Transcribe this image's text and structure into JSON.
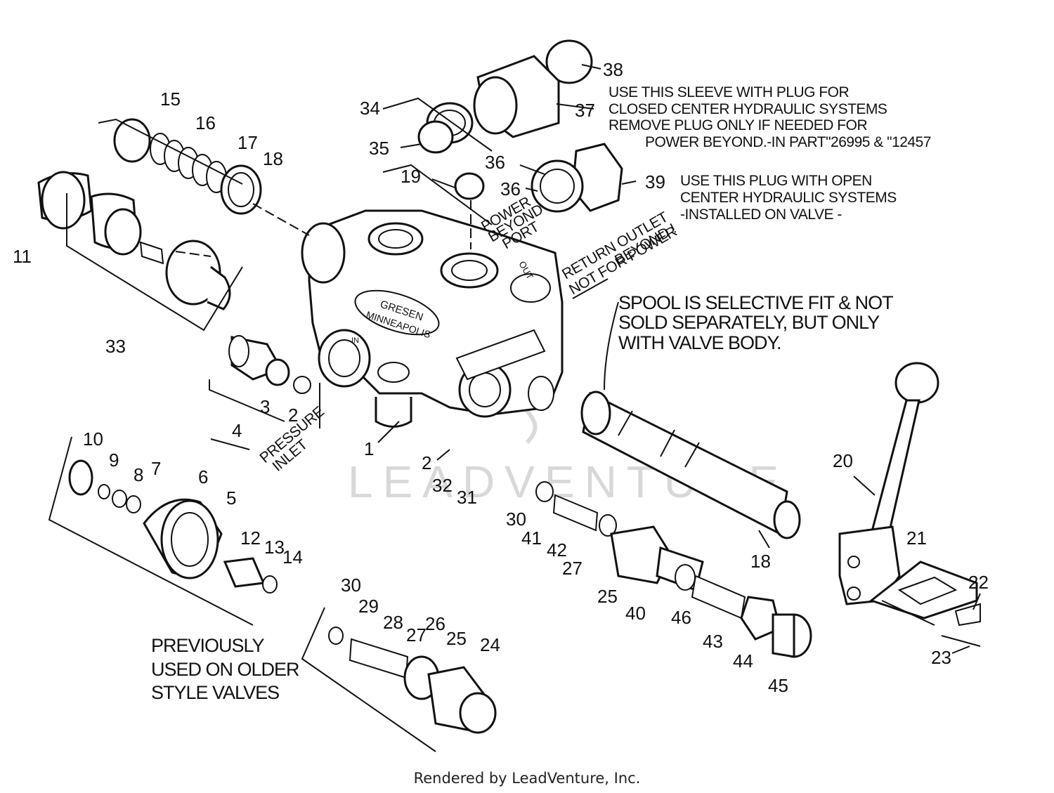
{
  "watermark": "LEADVENTURE",
  "footer": "Rendered by LeadVenture, Inc.",
  "body_text": {
    "cast_name_top": "GRESEN",
    "cast_name_bottom": "MINNEAPOLIS",
    "out": "OUT",
    "in": "IN"
  },
  "port_labels": {
    "power_beyond": [
      "POWER",
      "BEYOND",
      "PORT"
    ],
    "return_outlet": [
      "RETURN OUTLET",
      "NOT FOR POWER",
      "BEYOND !"
    ],
    "pressure_inlet": [
      "PRESSURE",
      "INLET"
    ]
  },
  "notes": {
    "sleeve": [
      "USE THIS SLEEVE WITH PLUG FOR",
      "CLOSED CENTER HYDRAULIC SYSTEMS",
      "REMOVE PLUG ONLY IF NEEDED FOR",
      "POWER BEYOND.-IN PART\"26995 & \"12457"
    ],
    "plug": [
      "USE THIS PLUG WITH OPEN",
      "CENTER HYDRAULIC SYSTEMS",
      "-INSTALLED ON VALVE -"
    ],
    "spool": [
      "SPOOL IS SELECTIVE FIT & NOT",
      "SOLD SEPARATELY, BUT ONLY",
      "WITH VALVE BODY."
    ],
    "previously": [
      "PREVIOUSLY",
      "USED ON OLDER",
      "STYLE VALVES"
    ]
  },
  "callouts": [
    "1",
    "2",
    "2",
    "3",
    "4",
    "5",
    "6",
    "7",
    "8",
    "9",
    "10",
    "11",
    "12",
    "13",
    "14",
    "15",
    "16",
    "17",
    "18",
    "18",
    "19",
    "20",
    "21",
    "22",
    "23",
    "24",
    "25",
    "25",
    "26",
    "27",
    "27",
    "28",
    "29",
    "30",
    "30",
    "31",
    "32",
    "33",
    "34",
    "35",
    "36",
    "36",
    "37",
    "38",
    "39",
    "40",
    "41",
    "42",
    "43",
    "44",
    "45",
    "46"
  ]
}
